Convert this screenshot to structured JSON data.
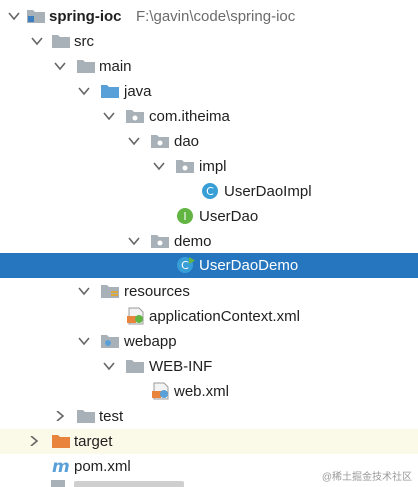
{
  "project": {
    "name": "spring-ioc",
    "path": "F:\\gavin\\code\\spring-ioc"
  },
  "tree": {
    "src": "src",
    "main": "main",
    "java": "java",
    "package": "com.itheima",
    "dao": "dao",
    "impl": "impl",
    "user_dao_impl": "UserDaoImpl",
    "user_dao": "UserDao",
    "demo": "demo",
    "user_dao_demo": "UserDaoDemo",
    "resources": "resources",
    "application_context": "applicationContext.xml",
    "webapp": "webapp",
    "web_inf": "WEB-INF",
    "web_xml": "web.xml",
    "test": "test",
    "target": "target",
    "pom": "pom.xml"
  },
  "watermark": "@稀土掘金技术社区",
  "colors": {
    "selection": "#2675bf",
    "folder": "#a9b1b8",
    "java_folder": "#5aa0d8",
    "target_folder": "#e8843c",
    "class_icon": "#389fd6",
    "interface_icon": "#62b543",
    "excluded_row": "#fbf9e8"
  }
}
